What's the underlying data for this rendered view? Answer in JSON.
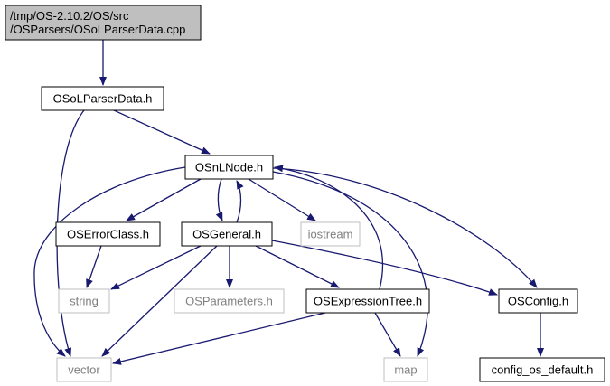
{
  "colors": {
    "edge": "#191970",
    "root_fill": "#bfbfbf",
    "node_border": "#000000",
    "external_border": "#bfbfbf",
    "external_text": "#7f7f7f",
    "text": "#000000"
  },
  "nodes": [
    {
      "id": "root",
      "lines": [
        "/tmp/OS-2.10.2/OS/src",
        "/OSParsers/OSoLParserData.cpp"
      ],
      "kind": "root"
    },
    {
      "id": "osolparserdata_h",
      "lines": [
        "OSoLParserData.h"
      ],
      "kind": "header"
    },
    {
      "id": "osnlnode_h",
      "lines": [
        "OSnLNode.h"
      ],
      "kind": "header"
    },
    {
      "id": "oserrorclass_h",
      "lines": [
        "OSErrorClass.h"
      ],
      "kind": "header"
    },
    {
      "id": "osgeneral_h",
      "lines": [
        "OSGeneral.h"
      ],
      "kind": "header"
    },
    {
      "id": "iostream",
      "lines": [
        "iostream"
      ],
      "kind": "external"
    },
    {
      "id": "string",
      "lines": [
        "string"
      ],
      "kind": "external"
    },
    {
      "id": "osparameters_h",
      "lines": [
        "OSParameters.h"
      ],
      "kind": "external"
    },
    {
      "id": "osexpressiontree_h",
      "lines": [
        "OSExpressionTree.h"
      ],
      "kind": "header"
    },
    {
      "id": "osconfig_h",
      "lines": [
        "OSConfig.h"
      ],
      "kind": "header"
    },
    {
      "id": "vector",
      "lines": [
        "vector"
      ],
      "kind": "external"
    },
    {
      "id": "map",
      "lines": [
        "map"
      ],
      "kind": "external"
    },
    {
      "id": "config_os_default_h",
      "lines": [
        "config_os_default.h"
      ],
      "kind": "header"
    }
  ],
  "edges": [
    {
      "from": "root",
      "to": "osolparserdata_h"
    },
    {
      "from": "osolparserdata_h",
      "to": "osnlnode_h"
    },
    {
      "from": "osolparserdata_h",
      "to": "vector"
    },
    {
      "from": "osnlnode_h",
      "to": "oserrorclass_h"
    },
    {
      "from": "osnlnode_h",
      "to": "osgeneral_h"
    },
    {
      "from": "osnlnode_h",
      "to": "iostream"
    },
    {
      "from": "osnlnode_h",
      "to": "osconfig_h"
    },
    {
      "from": "osnlnode_h",
      "to": "vector"
    },
    {
      "from": "osnlnode_h",
      "to": "map"
    },
    {
      "from": "osgeneral_h",
      "to": "osnlnode_h"
    },
    {
      "from": "oserrorclass_h",
      "to": "string"
    },
    {
      "from": "osgeneral_h",
      "to": "string"
    },
    {
      "from": "osgeneral_h",
      "to": "osparameters_h"
    },
    {
      "from": "osgeneral_h",
      "to": "osexpressiontree_h"
    },
    {
      "from": "osgeneral_h",
      "to": "osconfig_h"
    },
    {
      "from": "osgeneral_h",
      "to": "vector"
    },
    {
      "from": "osexpressiontree_h",
      "to": "osnlnode_h"
    },
    {
      "from": "osexpressiontree_h",
      "to": "vector"
    },
    {
      "from": "osexpressiontree_h",
      "to": "map"
    },
    {
      "from": "osconfig_h",
      "to": "config_os_default_h"
    }
  ]
}
